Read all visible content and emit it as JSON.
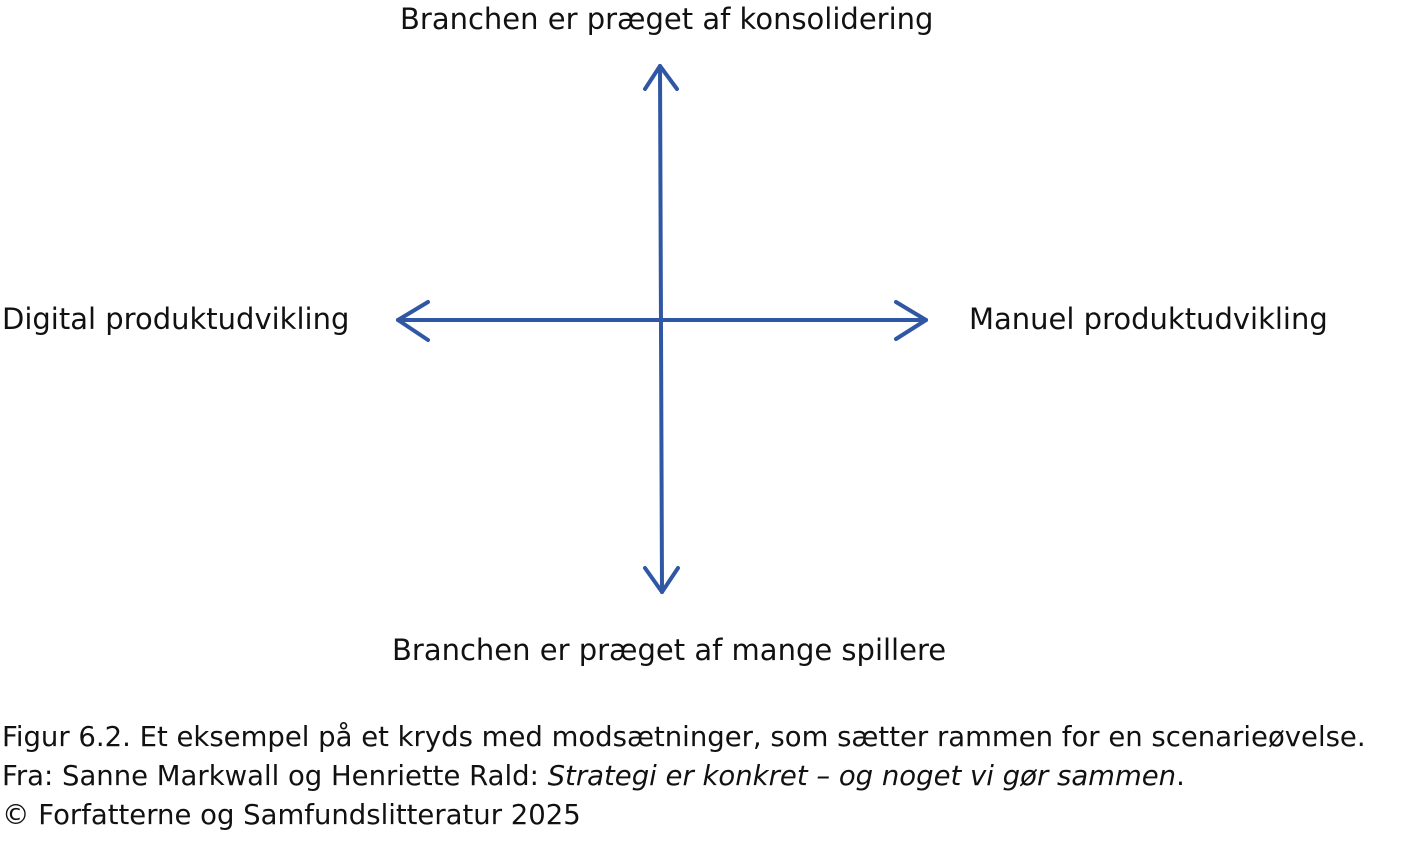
{
  "diagram": {
    "axis_color": "#2f57a4",
    "labels": {
      "top": "Branchen er præget af konsolidering",
      "bottom": "Branchen er præget af mange spillere",
      "left": "Digital produktudvikling",
      "right": "Manuel produktudvikling"
    }
  },
  "caption": {
    "line1": "Figur 6.2. Et eksempel på et kryds med modsætninger, som sætter rammen for en scenarieøvelse.",
    "line2_prefix": "Fra: Sanne Markwall og Henriette Rald: ",
    "line2_title": "Strategi er konkret – og noget vi gør sammen",
    "line2_suffix": ".",
    "line3": "© Forfatterne og Samfundslitteratur 2025"
  }
}
